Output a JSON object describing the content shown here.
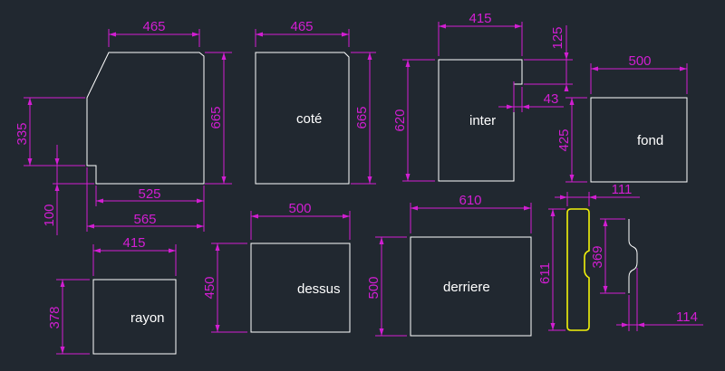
{
  "colors": {
    "background": "#212830",
    "outline": "#ffffff",
    "dimension": "#d21ed2",
    "highlight": "#f2f20a"
  },
  "pieces": {
    "cote": "coté",
    "inter": "inter",
    "fond": "fond",
    "dessus": "dessus",
    "derriere": "derriere",
    "rayon": "rayon"
  },
  "dims": {
    "p1_top": "465",
    "p1_height": "665",
    "p1_upper": "335",
    "p1_notch": "100",
    "p1_bottom": "525",
    "p1_overall": "565",
    "cote_width": "465",
    "cote_height": "665",
    "inter_width": "415",
    "inter_height": "620",
    "inter_notch_h": "125",
    "inter_notch_w": "43",
    "fond_width": "500",
    "fond_height": "425",
    "dessus_width": "500",
    "dessus_height": "450",
    "derriere_width": "610",
    "derriere_height": "500",
    "rayon_width": "415",
    "rayon_height": "378",
    "side_height": "611",
    "side_width": "111",
    "profile_height": "369",
    "profile_width": "114"
  }
}
